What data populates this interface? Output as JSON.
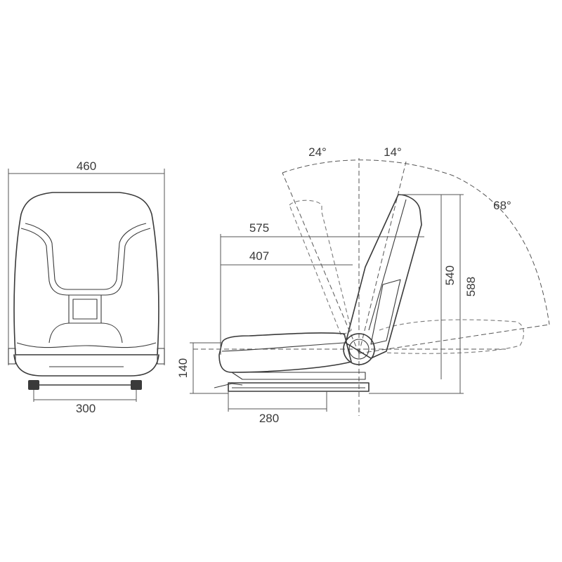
{
  "front_view": {
    "width_label": "460",
    "mount_width_label": "300"
  },
  "side_view": {
    "recline_back_label": "24°",
    "recline_forward_label": "14°",
    "fold_label": "68°",
    "depth_max_label": "575",
    "depth_min_label": "407",
    "seat_height_label": "140",
    "rail_length_label": "280",
    "back_height_label": "540",
    "overall_height_label": "588"
  },
  "colors": {
    "line": "#3a3a3a",
    "background": "#ffffff"
  }
}
